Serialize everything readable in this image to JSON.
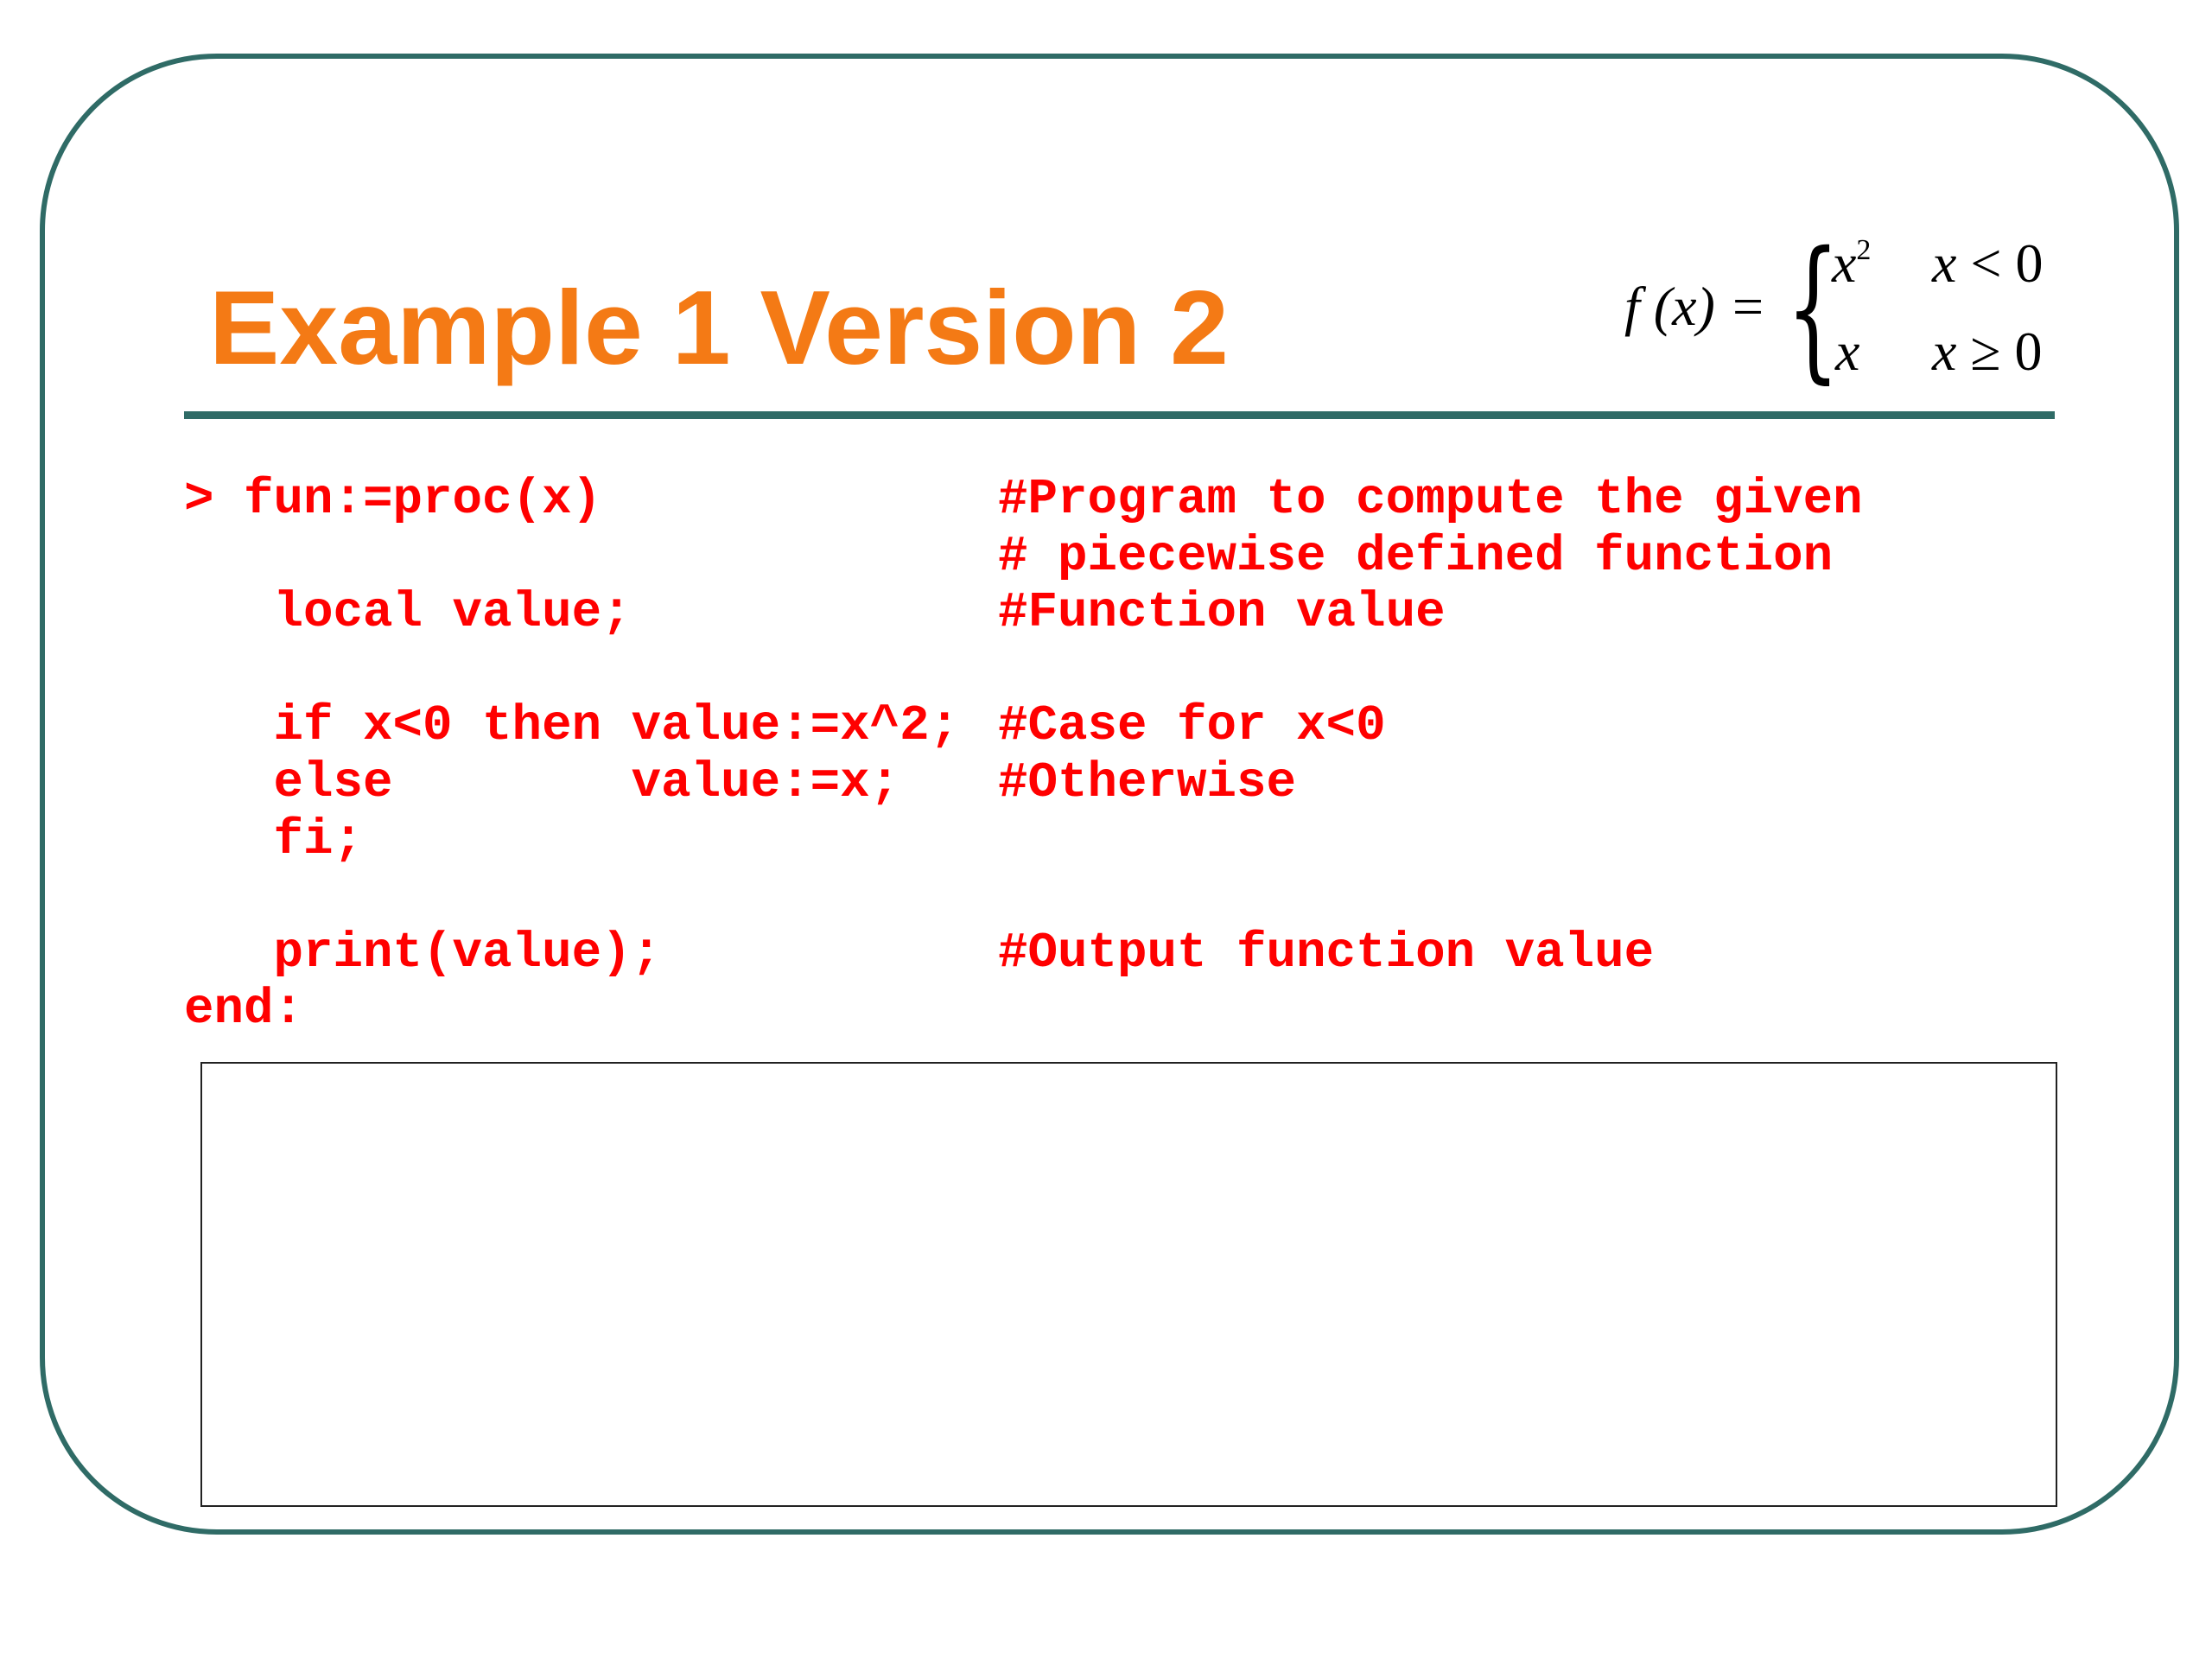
{
  "slide": {
    "title": "Example 1 Version 2",
    "colors": {
      "title": "#f47a15",
      "frame": "#2f6b66",
      "code": "#ff0000",
      "formula": "#000000"
    },
    "formula": {
      "lhs": "f (x) =",
      "case1_expr_base": "x",
      "case1_expr_exp": "2",
      "case1_cond_var": "x",
      "case1_cond_rest": "< 0",
      "case2_expr": "x",
      "case2_cond_var": "x",
      "case2_cond_rest": "≥ 0"
    },
    "code_lines": [
      {
        "stmt": "> fun:=proc(x)",
        "comment": "#Program to compute the given"
      },
      {
        "stmt": "",
        "comment": "# piecewise defined function"
      },
      {
        "stmt": "   local value;",
        "comment": "#Function value"
      },
      {
        "stmt": "",
        "comment": ""
      },
      {
        "stmt": "   if x<0 then value:=x^2;",
        "comment": "#Case for x<0"
      },
      {
        "stmt": "   else        value:=x;",
        "comment": "#Otherwise"
      },
      {
        "stmt": "   fi;",
        "comment": ""
      },
      {
        "stmt": "",
        "comment": ""
      },
      {
        "stmt": "   print(value);",
        "comment": "#Output function value"
      },
      {
        "stmt": "end:",
        "comment": ""
      }
    ]
  }
}
